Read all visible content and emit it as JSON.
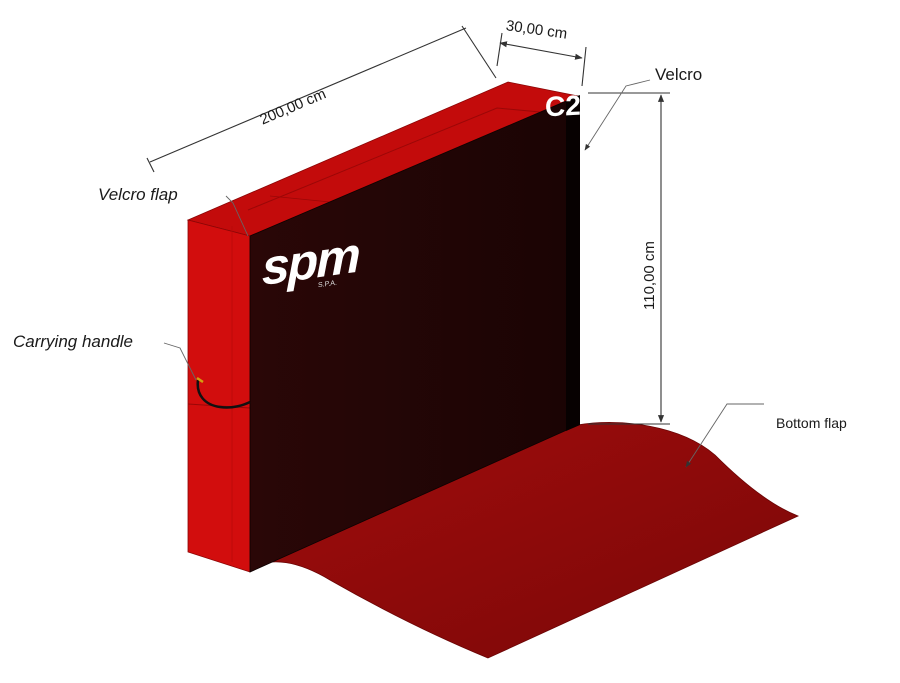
{
  "product": {
    "logo_text": "spm",
    "logo_sub": "S.P.A.",
    "code": "C2"
  },
  "dimensions": {
    "length": "200,00 cm",
    "depth": "30,00 cm",
    "height": "110,00 cm"
  },
  "callouts": {
    "velcro_flap": "Velcro flap",
    "velcro": "Velcro",
    "carrying_handle": "Carrying handle",
    "bottom_flap": "Bottom flap"
  },
  "colors": {
    "front_face": "#1f0606",
    "top_face": "#c30b0b",
    "side_face": "#d20d0d",
    "flap": "#8e0b0b",
    "flap_dark": "#6e0606"
  }
}
